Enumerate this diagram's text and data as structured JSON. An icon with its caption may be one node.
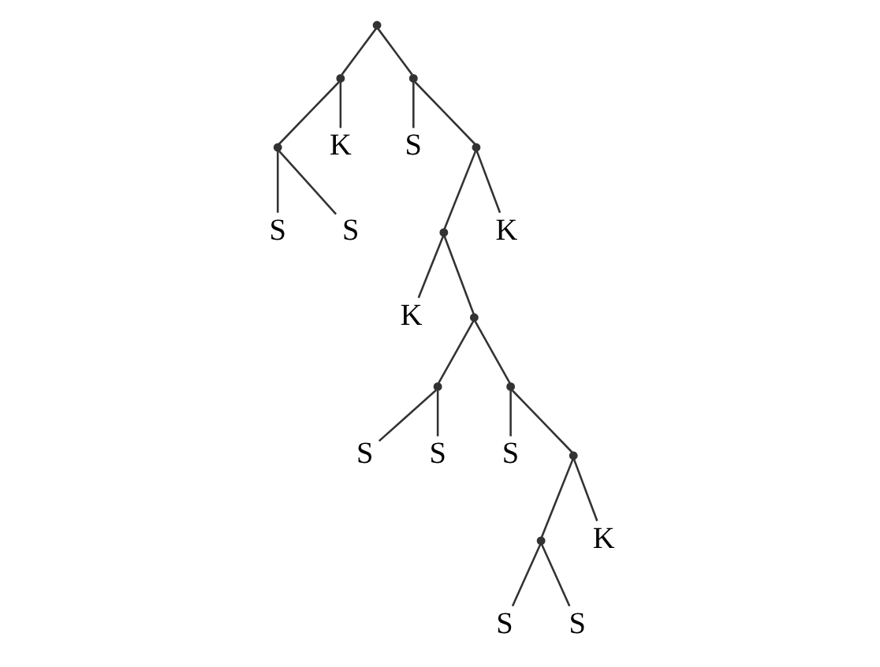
{
  "diagram": {
    "nodes": [
      {
        "text": [],
        "shape": "point"
      },
      {
        "text": [],
        "shape": "point"
      },
      {
        "text": [],
        "shape": "point"
      },
      {
        "text": [
          "S"
        ]
      },
      {
        "text": [
          "S"
        ]
      },
      {
        "text": [
          "K"
        ]
      },
      {
        "text": [],
        "shape": "point"
      },
      {
        "text": [
          "S"
        ]
      },
      {
        "text": [],
        "shape": "point"
      },
      {
        "text": [],
        "shape": "point"
      },
      {
        "text": [
          "K"
        ]
      },
      {
        "text": [],
        "shape": "point"
      },
      {
        "text": [],
        "shape": "point"
      },
      {
        "text": [
          "S"
        ]
      },
      {
        "text": [
          "S"
        ]
      },
      {
        "text": [],
        "shape": "point"
      },
      {
        "text": [
          "S"
        ]
      },
      {
        "text": [],
        "shape": "point"
      },
      {
        "text": [],
        "shape": "point"
      },
      {
        "text": [
          "S"
        ]
      },
      {
        "text": [
          "S"
        ]
      },
      {
        "text": [
          "K"
        ]
      },
      {
        "text": [
          "K"
        ]
      }
    ],
    "edges": [
      {
        "from": 0,
        "to": 1,
        "arrow": "none"
      },
      {
        "from": 0,
        "to": 6,
        "arrow": "none"
      },
      {
        "from": 1,
        "to": 2,
        "arrow": "none"
      },
      {
        "from": 1,
        "to": 5,
        "arrow": "none"
      },
      {
        "from": 2,
        "to": 3,
        "arrow": "none"
      },
      {
        "from": 2,
        "to": 4,
        "arrow": "none"
      },
      {
        "from": 6,
        "to": 7,
        "arrow": "none"
      },
      {
        "from": 6,
        "to": 8,
        "arrow": "none"
      },
      {
        "from": 8,
        "to": 9,
        "arrow": "none"
      },
      {
        "from": 8,
        "to": 22,
        "arrow": "none"
      },
      {
        "from": 9,
        "to": 10,
        "arrow": "none"
      },
      {
        "from": 9,
        "to": 11,
        "arrow": "none"
      },
      {
        "from": 11,
        "to": 12,
        "arrow": "none"
      },
      {
        "from": 11,
        "to": 15,
        "arrow": "none"
      },
      {
        "from": 12,
        "to": 13,
        "arrow": "none"
      },
      {
        "from": 12,
        "to": 14,
        "arrow": "none"
      },
      {
        "from": 15,
        "to": 16,
        "arrow": "none"
      },
      {
        "from": 15,
        "to": 17,
        "arrow": "none"
      },
      {
        "from": 17,
        "to": 18,
        "arrow": "none"
      },
      {
        "from": 17,
        "to": 21,
        "arrow": "none"
      },
      {
        "from": 18,
        "to": 19,
        "arrow": "none"
      },
      {
        "from": 18,
        "to": 20,
        "arrow": "none"
      }
    ]
  }
}
